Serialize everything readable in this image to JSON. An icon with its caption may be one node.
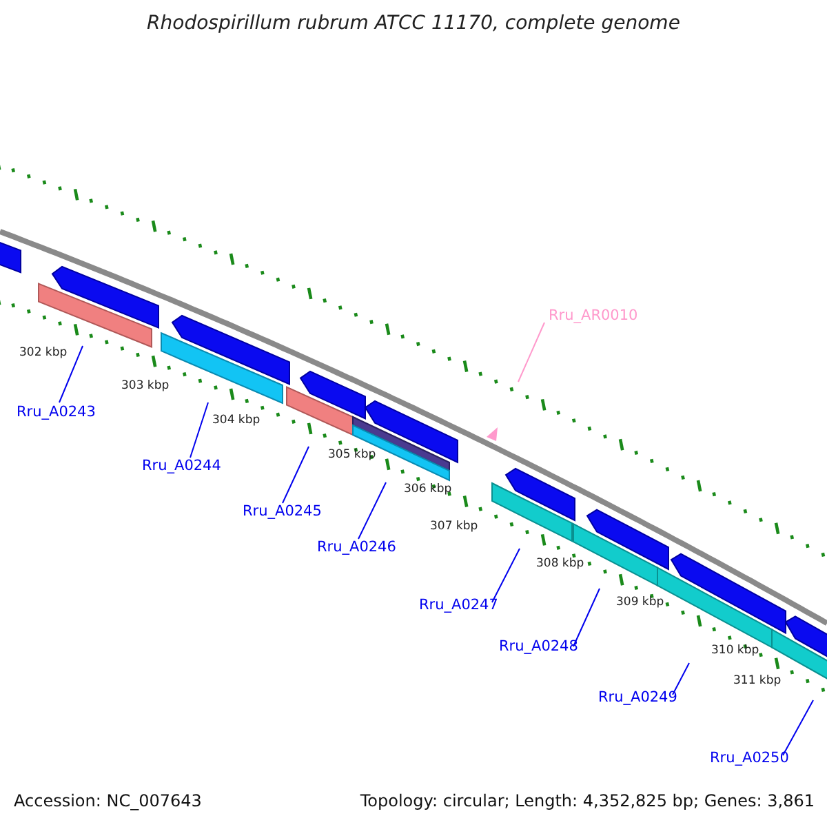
{
  "diagram": {
    "title": "Rhodospirillum rubrum ATCC 11170, complete genome",
    "nodes": [
      {
        "text": [
          "Rru_AR0010"
        ]
      },
      {
        "text": [
          "Rru_A0243"
        ]
      },
      {
        "text": [
          "Rru_A0244"
        ]
      },
      {
        "text": [
          "Rru_A0245"
        ]
      },
      {
        "text": [
          "Rru_A0246"
        ]
      },
      {
        "text": [
          "Rru_A0247"
        ]
      },
      {
        "text": [
          "Rru_A0248"
        ]
      },
      {
        "text": [
          "Rru_A0249"
        ]
      },
      {
        "text": [
          "Rru_A0250"
        ]
      }
    ],
    "edges": [
      {
        "from": 0,
        "to": null,
        "arrow": "none",
        "color": "#ff99cc"
      },
      {
        "from": 1,
        "to": null,
        "arrow": "none"
      },
      {
        "from": 2,
        "to": null,
        "arrow": "none"
      },
      {
        "from": 3,
        "to": null,
        "arrow": "none"
      },
      {
        "from": 4,
        "to": null,
        "arrow": "none"
      },
      {
        "from": 5,
        "to": null,
        "arrow": "none"
      },
      {
        "from": 6,
        "to": null,
        "arrow": "none"
      },
      {
        "from": 7,
        "to": null,
        "arrow": "none"
      },
      {
        "from": 8,
        "to": null,
        "arrow": "none"
      }
    ],
    "labels": [
      "302 kbp",
      "303 kbp",
      "304 kbp",
      "305 kbp",
      "306 kbp",
      "307 kbp",
      "308 kbp",
      "309 kbp",
      "310 kbp",
      "311 kbp",
      "Accession: NC_007643",
      "Topology: circular; Length: 4,352,825 bp; Genes: 3,861"
    ]
  }
}
